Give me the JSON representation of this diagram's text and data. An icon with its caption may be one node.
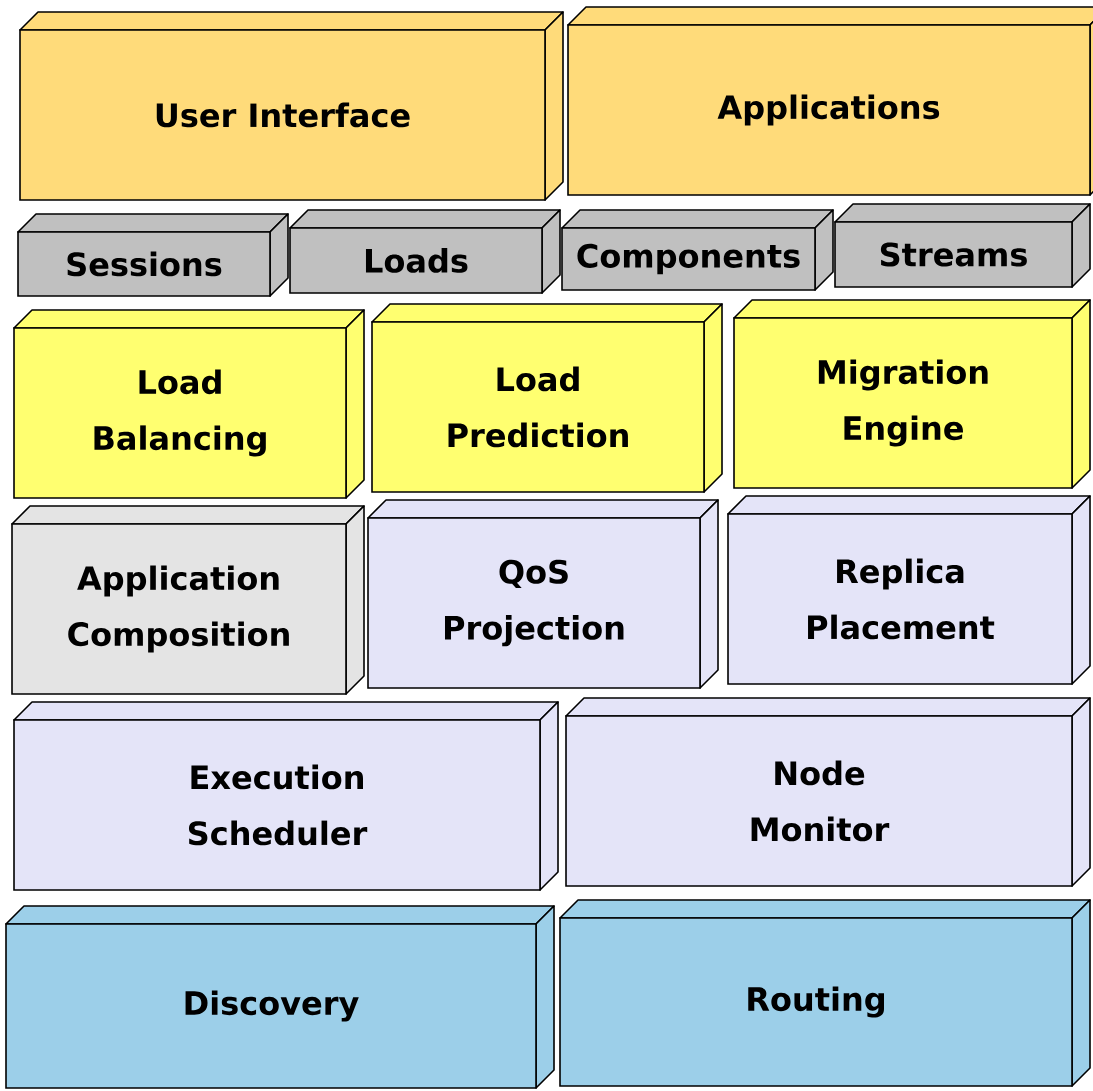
{
  "diagram": {
    "nodes": [
      {
        "text": [
          "User Interface"
        ]
      },
      {
        "text": [
          "Applications"
        ]
      },
      {
        "text": [
          "Sessions"
        ]
      },
      {
        "text": [
          "Loads"
        ]
      },
      {
        "text": [
          "Components"
        ]
      },
      {
        "text": [
          "Streams"
        ]
      },
      {
        "text": [
          "Load Balancing"
        ]
      },
      {
        "text": [
          "Load Prediction"
        ]
      },
      {
        "text": [
          "Migration Engine"
        ]
      },
      {
        "text": [
          "Application Composition"
        ]
      },
      {
        "text": [
          "QoS Projection"
        ]
      },
      {
        "text": [
          "Replica Placement"
        ]
      },
      {
        "text": [
          "Execution Scheduler"
        ]
      },
      {
        "text": [
          "Node Monitor"
        ]
      },
      {
        "text": [
          "Discovery"
        ]
      },
      {
        "text": [
          "Routing"
        ]
      }
    ]
  }
}
